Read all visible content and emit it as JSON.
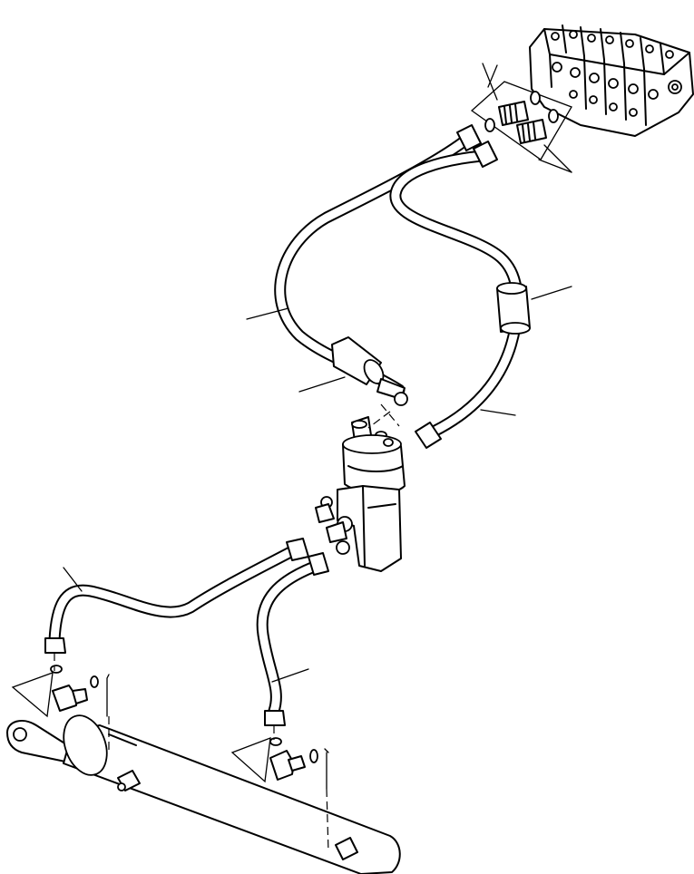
{
  "diagram": {
    "kind": "exploded-parts-view",
    "components": [
      "control-valve-block",
      "valve-adapter-fittings",
      "pressure-hose-left",
      "pressure-hose-right",
      "hose-sleeve-left",
      "hose-sleeve-right",
      "steering-orbitrol-unit",
      "cylinder-hose-left",
      "cylinder-hose-right",
      "elbow-fitting-left",
      "elbow-fitting-right",
      "steering-cylinder"
    ],
    "colors": {
      "line": "#000000",
      "background": "#ffffff"
    }
  }
}
